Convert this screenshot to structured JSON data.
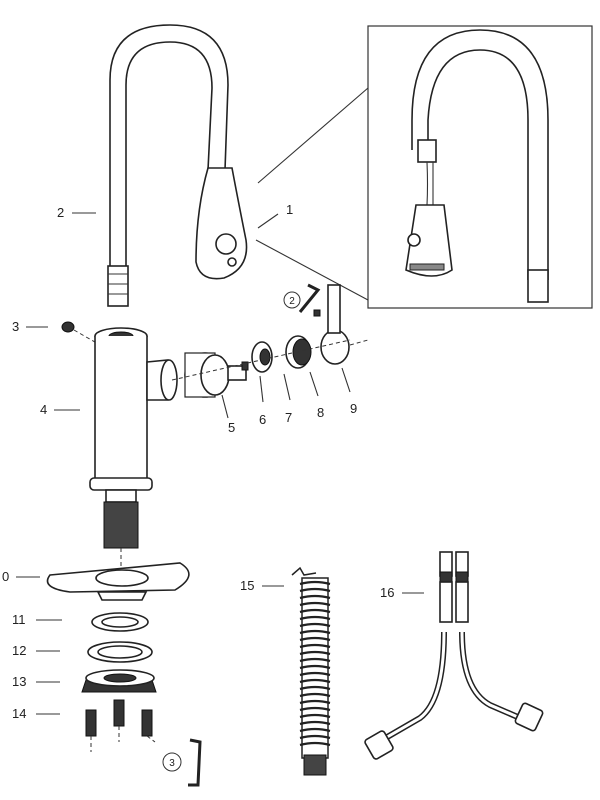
{
  "diagram": {
    "callouts": [
      {
        "key": "c1",
        "text": "1"
      },
      {
        "key": "c2",
        "text": "2"
      },
      {
        "key": "c3",
        "text": "3"
      },
      {
        "key": "c4",
        "text": "4"
      },
      {
        "key": "c5",
        "text": "5"
      },
      {
        "key": "c6",
        "text": "6"
      },
      {
        "key": "c7",
        "text": "7"
      },
      {
        "key": "c8",
        "text": "8"
      },
      {
        "key": "c9",
        "text": "9"
      },
      {
        "key": "c0",
        "text": "0"
      },
      {
        "key": "c11",
        "text": "11"
      },
      {
        "key": "c12",
        "text": "12"
      },
      {
        "key": "c13",
        "text": "13"
      },
      {
        "key": "c14",
        "text": "14"
      },
      {
        "key": "c15",
        "text": "15"
      },
      {
        "key": "c16",
        "text": "16"
      }
    ],
    "tool_badges": [
      {
        "key": "t2",
        "text": "2"
      },
      {
        "key": "t3",
        "text": "3"
      }
    ]
  }
}
